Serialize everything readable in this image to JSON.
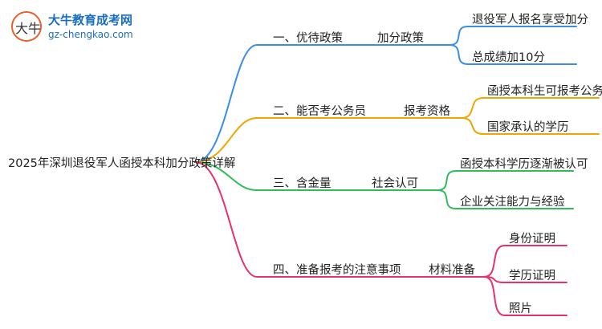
{
  "watermark": {
    "name": "大牛教育成考网",
    "url": "gz-chengkao.com",
    "logo_glyph": "大牛"
  },
  "root": "2025年深圳退役军人函授本科加分政策详解",
  "branches": [
    {
      "label": "一、优待政策",
      "color": "#3b8ee8",
      "sub": "加分政策",
      "leaves": [
        "退役军人报名享受加分",
        "总成绩加10分"
      ]
    },
    {
      "label": "二、能否考公务员",
      "color": "#f0a500",
      "sub": "报考资格",
      "leaves": [
        "函授本科生可报考公务员",
        "国家承认的学历"
      ]
    },
    {
      "label": "三、含金量",
      "color": "#2ebd5a",
      "sub": "社会认可",
      "leaves": [
        "函授本科学历逐渐被认可",
        "企业关注能力与经验"
      ]
    },
    {
      "label": "四、准备报考的注意事项",
      "color": "#e8306b",
      "sub": "材料准备",
      "leaves": [
        "身份证明",
        "学历证明",
        "照片"
      ]
    }
  ]
}
